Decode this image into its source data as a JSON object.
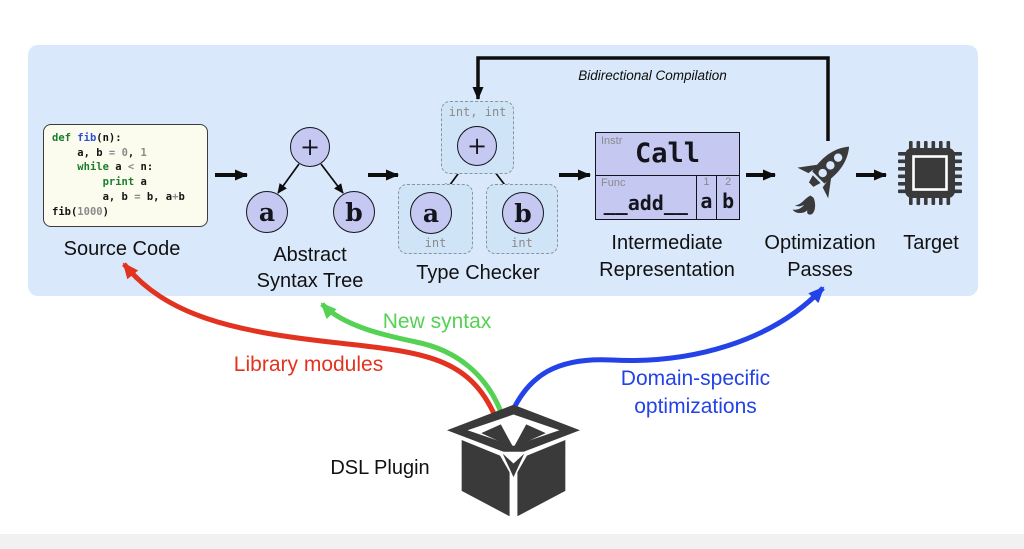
{
  "pipeline": {
    "source_code": {
      "label": "Source Code"
    },
    "ast": {
      "label_line1": "Abstract",
      "label_line2": "Syntax Tree",
      "plus": "+",
      "a": "a",
      "b": "b"
    },
    "type_checker": {
      "label": "Type Checker",
      "top_type": "int, int",
      "a_type": "int",
      "b_type": "int",
      "plus": "+",
      "a": "a",
      "b": "b"
    },
    "ir": {
      "label_line1": "Intermediate",
      "label_line2": "Representation",
      "instr_tag": "Instr",
      "instr_value": "Call",
      "func_tag": "Func",
      "func_value": "__add__",
      "arg1_tag": "1",
      "arg1_value": "a",
      "arg2_tag": "2",
      "arg2_value": "b"
    },
    "optimization": {
      "label_line1": "Optimization",
      "label_line2": "Passes"
    },
    "target": {
      "label": "Target"
    }
  },
  "feedback": {
    "label": "Bidirectional Compilation"
  },
  "plugin": {
    "label": "DSL Plugin",
    "red_label": "Library modules",
    "green_label": "New syntax",
    "blue_label_line1": "Domain-specific",
    "blue_label_line2": "optimizations"
  },
  "code_lines": [
    [
      {
        "t": "def",
        "c": "kw"
      },
      {
        "t": " ",
        "c": "pl"
      },
      {
        "t": "fib",
        "c": "fn"
      },
      {
        "t": "(n):",
        "c": "pl"
      }
    ],
    [
      {
        "t": "    a, b ",
        "c": "pl"
      },
      {
        "t": "= ",
        "c": "dim"
      },
      {
        "t": "0",
        "c": "dim"
      },
      {
        "t": ", ",
        "c": "pl"
      },
      {
        "t": "1",
        "c": "dim"
      }
    ],
    [
      {
        "t": "    ",
        "c": "pl"
      },
      {
        "t": "while",
        "c": "kw"
      },
      {
        "t": " a ",
        "c": "pl"
      },
      {
        "t": "<",
        "c": "dim"
      },
      {
        "t": " n:",
        "c": "pl"
      }
    ],
    [
      {
        "t": "        ",
        "c": "pl"
      },
      {
        "t": "print",
        "c": "kw"
      },
      {
        "t": " a",
        "c": "pl"
      }
    ],
    [
      {
        "t": "        a, b ",
        "c": "pl"
      },
      {
        "t": "=",
        "c": "dim"
      },
      {
        "t": " b, a",
        "c": "pl"
      },
      {
        "t": "+",
        "c": "dim"
      },
      {
        "t": "b",
        "c": "pl"
      }
    ],
    [
      {
        "t": "fib(",
        "c": "pl"
      },
      {
        "t": "1000",
        "c": "dim"
      },
      {
        "t": ")",
        "c": "pl"
      }
    ]
  ],
  "colors": {
    "red": "#e23320",
    "green": "#55d153",
    "blue": "#2342e8",
    "panel": "#d9e8fa",
    "lavender": "#c5c8f1",
    "tcbox": "#cfe4f6",
    "codebg": "#fbfbee",
    "icon": "#3a3a3a",
    "dim": "#8a8a8a",
    "code-kw": "#1a7d2e",
    "code-fn": "#2d4fd6"
  }
}
